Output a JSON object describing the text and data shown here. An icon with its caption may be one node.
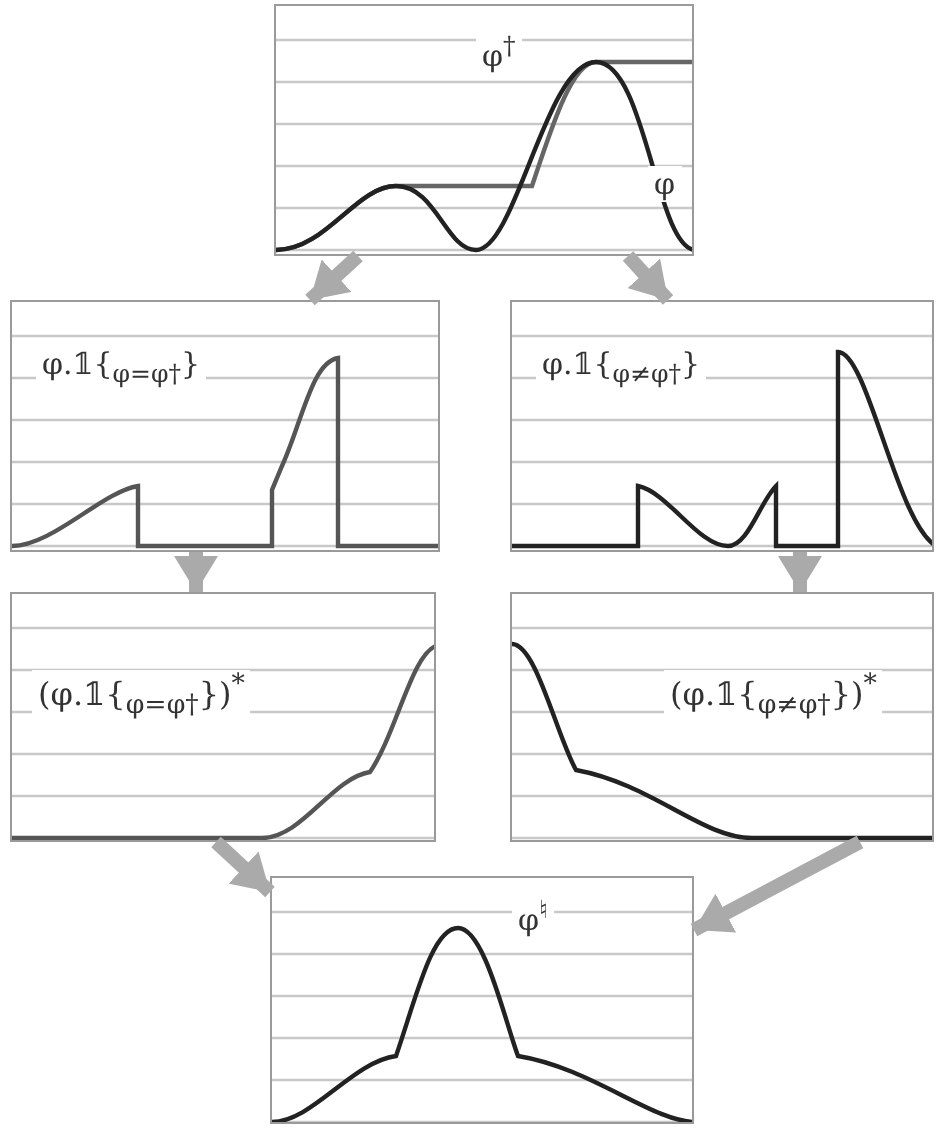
{
  "diagram": {
    "nodes": [
      {
        "text": [
          "φ$^{†}$",
          "φ"
        ]
      },
      {
        "text": [
          "φ.𝟙{$_{φ=φ†}$}"
        ]
      },
      {
        "text": [
          "φ.𝟙{$_{φ≠φ†}$}"
        ]
      },
      {
        "text": [
          "(φ.𝟙{$_{φ=φ†}$})$^{*}$"
        ]
      },
      {
        "text": [
          "(φ.𝟙{$_{φ≠φ†}$})$^{*}$"
        ]
      },
      {
        "text": [
          "φ$^{♮}$"
        ]
      }
    ],
    "edges": [
      {
        "from": 0,
        "to": 1,
        "arrow": "to"
      },
      {
        "from": 0,
        "to": 2,
        "arrow": "to"
      },
      {
        "from": 1,
        "to": 3,
        "arrow": "to"
      },
      {
        "from": 2,
        "to": 4,
        "arrow": "to"
      },
      {
        "from": 3,
        "to": 5,
        "arrow": "to"
      },
      {
        "from": 4,
        "to": 5,
        "arrow": "to"
      }
    ]
  }
}
